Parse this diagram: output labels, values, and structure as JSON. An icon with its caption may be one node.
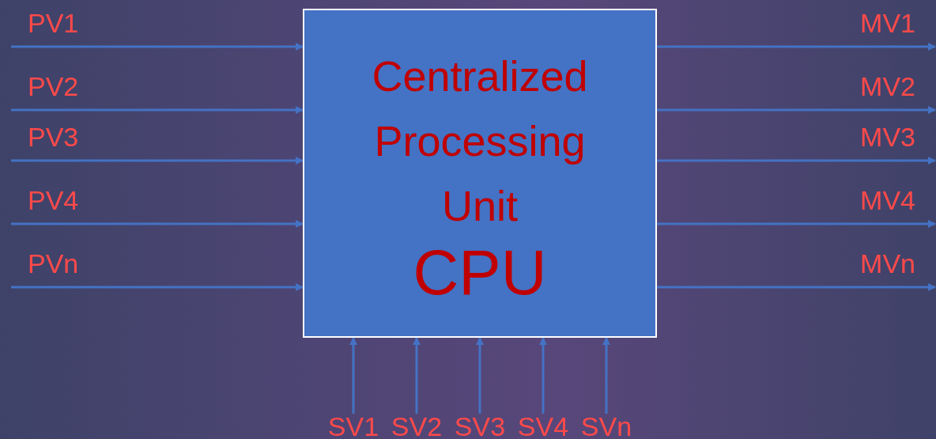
{
  "diagram": {
    "nodes": [
      {
        "text": [
          "Centralized Processing Unit",
          "CPU"
        ]
      },
      {
        "text": [
          "SV1"
        ]
      },
      {
        "text": [
          "SV2"
        ]
      },
      {
        "text": [
          "SV3"
        ]
      },
      {
        "text": [
          "SV4"
        ]
      },
      {
        "text": [
          "SVn"
        ]
      }
    ],
    "edges": [
      {
        "from": null,
        "to": 0,
        "arrow": "to"
      },
      {
        "from": null,
        "to": 0,
        "arrow": "to"
      },
      {
        "from": null,
        "to": 0,
        "arrow": "to"
      },
      {
        "from": null,
        "to": 0,
        "arrow": "to"
      },
      {
        "from": null,
        "to": 0,
        "arrow": "to"
      },
      {
        "from": 0,
        "to": null,
        "arrow": "to"
      },
      {
        "from": 0,
        "to": null,
        "arrow": "to"
      },
      {
        "from": 0,
        "to": null,
        "arrow": "to"
      },
      {
        "from": 0,
        "to": null,
        "arrow": "to"
      },
      {
        "from": 0,
        "to": null,
        "arrow": "to"
      },
      {
        "from": 1,
        "to": 0,
        "arrow": "to"
      },
      {
        "from": 2,
        "to": 0,
        "arrow": "to"
      },
      {
        "from": 3,
        "to": 0,
        "arrow": "to"
      },
      {
        "from": 4,
        "to": 0,
        "arrow": "to"
      },
      {
        "from": 5,
        "to": 0,
        "arrow": "to"
      }
    ],
    "labels": [
      "PV1",
      "MV1",
      "PV2",
      "MV2",
      "PV3",
      "MV3",
      "PV4",
      "MV4",
      "PVn",
      "MVn"
    ]
  }
}
